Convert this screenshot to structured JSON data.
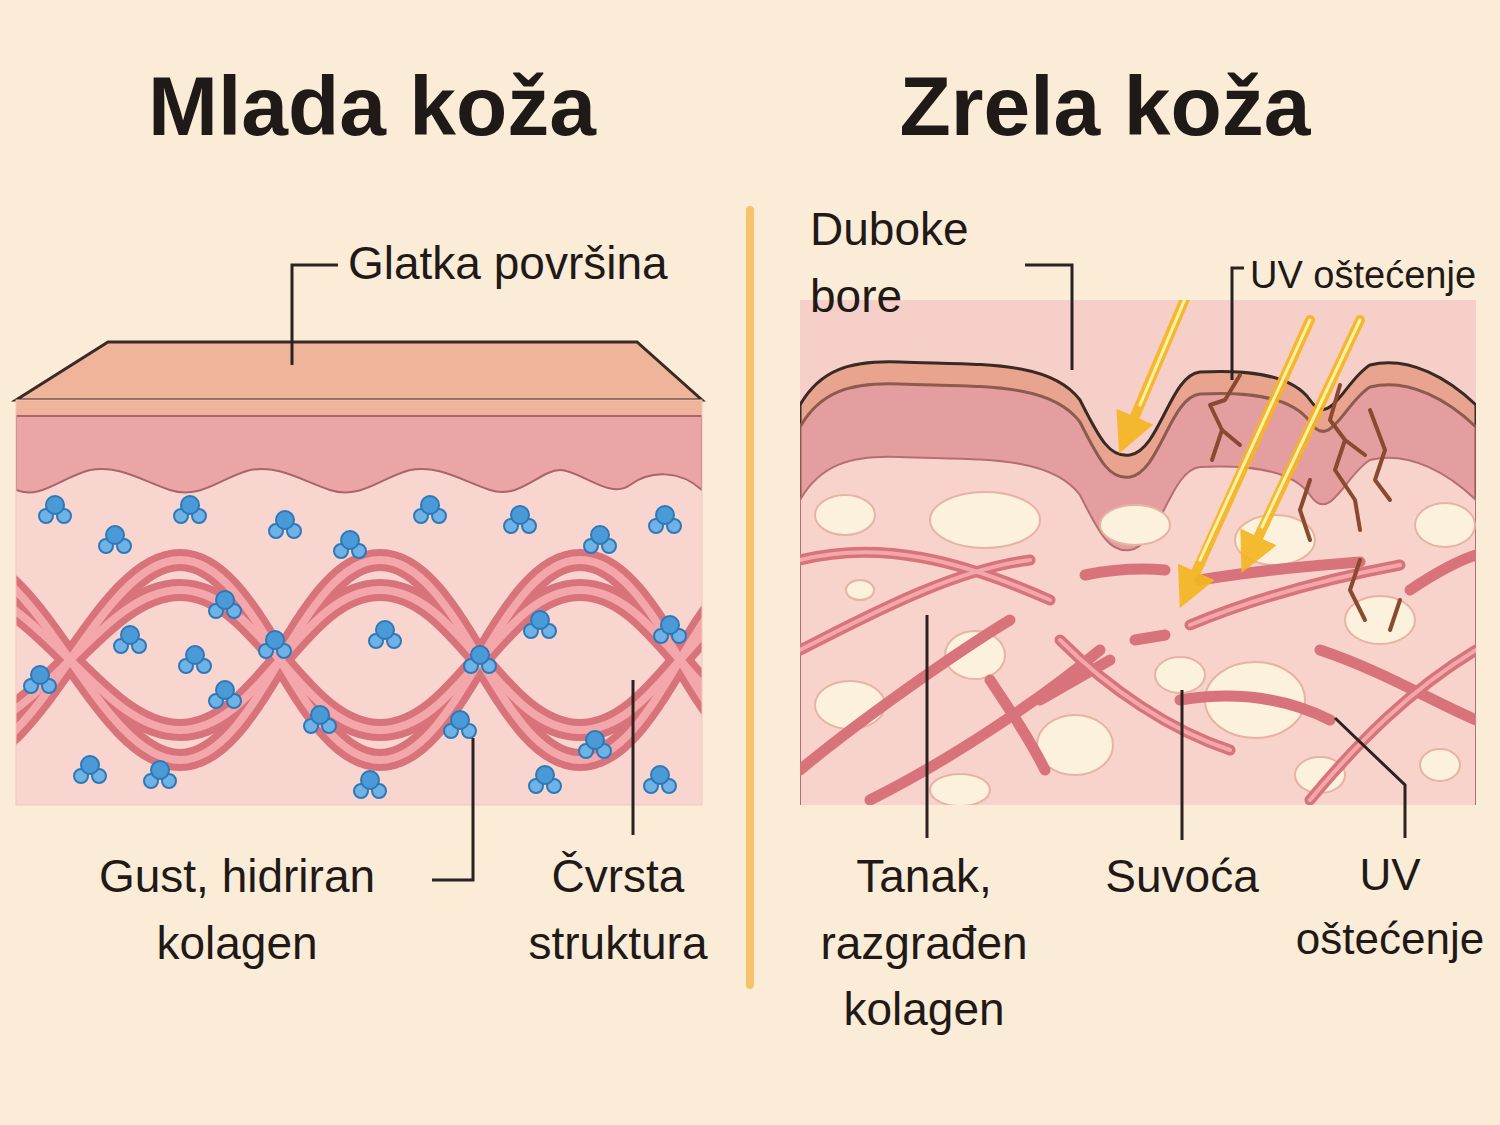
{
  "diagram": {
    "labels": [
      "Mlada koža",
      "Zrela koža",
      "Glatka površina",
      "Duboke bore",
      "UV oštećenje",
      "Gust, hidriran kolagen",
      "Čvrsta struktura",
      "Tanak, razgrađen kolagen",
      "Suvoća",
      "UV oštećenje"
    ]
  }
}
